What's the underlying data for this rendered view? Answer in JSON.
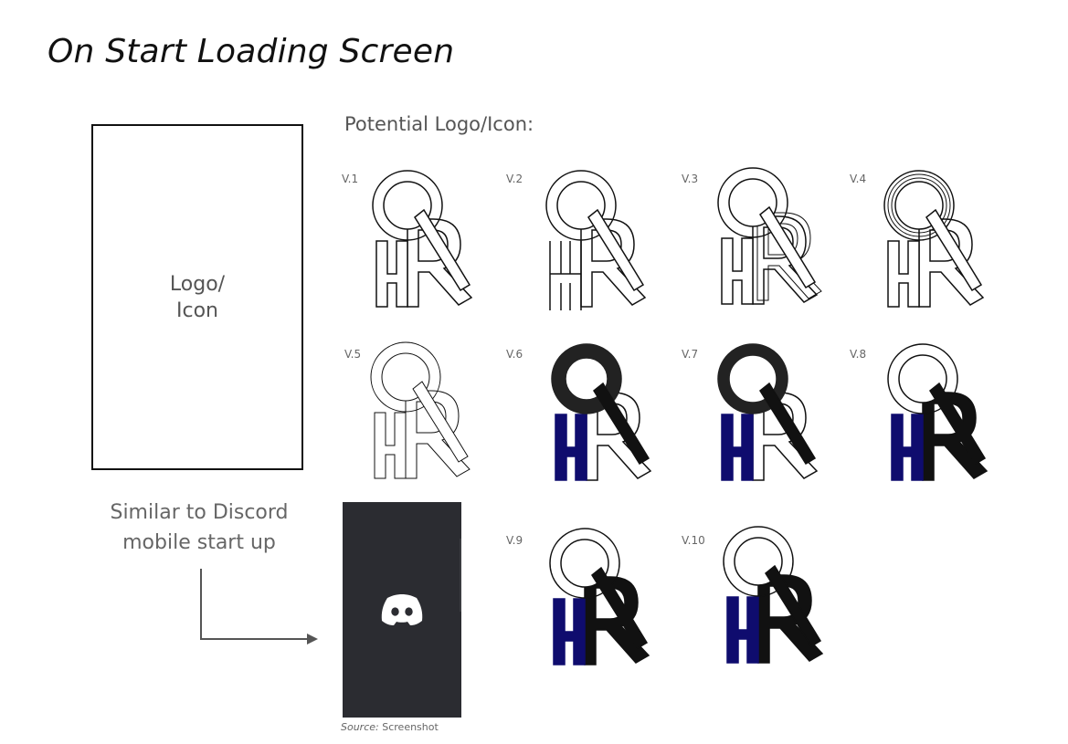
{
  "title": "On Start Loading Screen",
  "phone_placeholder": {
    "line1": "Logo/",
    "line2": "Icon"
  },
  "potential_heading": "Potential Logo/Icon:",
  "versions": [
    {
      "label": "V.1",
      "style": "outline"
    },
    {
      "label": "V.2",
      "style": "open-lines"
    },
    {
      "label": "V.3",
      "style": "outline-3d"
    },
    {
      "label": "V.4",
      "style": "triple-line"
    },
    {
      "label": "V.5",
      "style": "outline-light"
    },
    {
      "label": "V.6",
      "style": "black-o-navy-h"
    },
    {
      "label": "V.7",
      "style": "black-o-navy-h-thin"
    },
    {
      "label": "V.8",
      "style": "white-o-black-r-navy-h"
    },
    {
      "label": "V.9",
      "style": "white-o-black-r-navy-h"
    },
    {
      "label": "V.10",
      "style": "white-o-black-r-navy-h"
    }
  ],
  "note": {
    "line1": "Similar to Discord",
    "line2": "mobile start up"
  },
  "discord_icon": "discord-logo-icon",
  "source": {
    "label": "Source:",
    "value": "Screenshot"
  },
  "colors": {
    "navy": "#0f0c6e",
    "black": "#111111",
    "dark_fill": "#222222",
    "discord_bg": "#2b2c31"
  }
}
